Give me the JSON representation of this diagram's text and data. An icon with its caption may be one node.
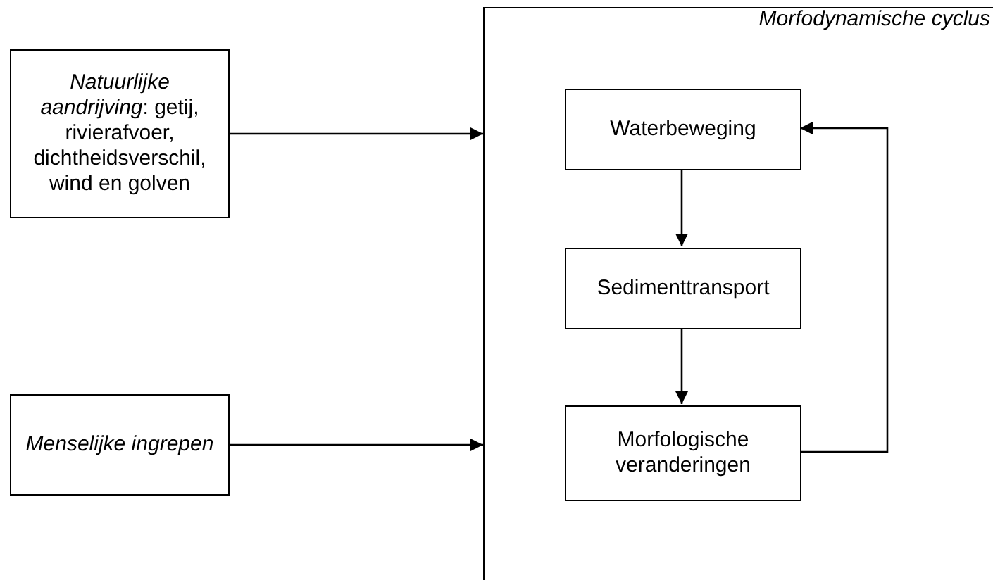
{
  "diagram": {
    "nodes": [
      {
        "text": [
          "*Natuurlijke aandrijving*: getij, rivierafvoer, dichtheidsverschil, wind en golven"
        ]
      },
      {
        "text": [
          "Menselijke ingrepen"
        ]
      },
      {
        "text": [
          "Morfodynamische cyclus"
        ]
      },
      {
        "text": [
          "Waterbeweging"
        ],
        "in": 2
      },
      {
        "text": [
          "Sedimenttransport"
        ],
        "in": 2
      },
      {
        "text": [
          "Morfologische veranderingen"
        ],
        "in": 2
      }
    ],
    "edges": [
      {
        "from": 0,
        "to": 2,
        "arrow": "to"
      },
      {
        "from": 1,
        "to": 2,
        "arrow": "to"
      },
      {
        "from": 3,
        "to": 4,
        "arrow": "to"
      },
      {
        "from": 4,
        "to": 5,
        "arrow": "to"
      },
      {
        "from": 5,
        "to": 3,
        "arrow": "to"
      }
    ]
  }
}
